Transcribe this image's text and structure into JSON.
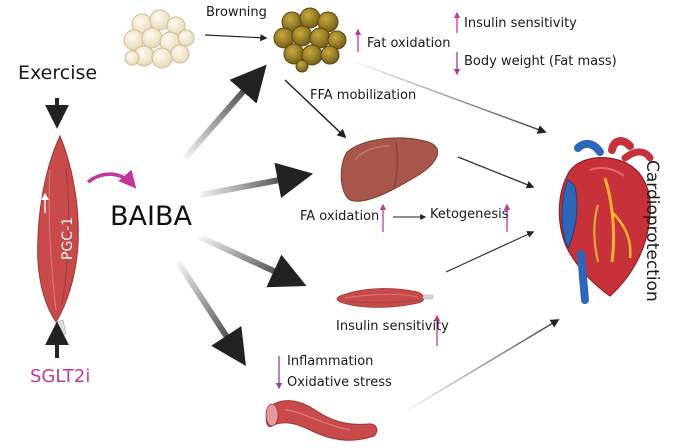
{
  "labels": {
    "exercise": "Exercise",
    "baiba": "BAIBA",
    "sglt2i": "SGLT2i",
    "pgc1": "PGC-1",
    "browning": "Browning",
    "fat_oxidation": "Fat oxidation",
    "insulin_sensitivity_top": "Insulin sensitivity",
    "body_weight": "Body weight (Fat mass)",
    "ffa_mobilization": "FFA mobilization",
    "fa_oxidation": "FA oxidation",
    "ketogenesis": "Ketogenesis",
    "insulin_sensitivity_muscle": "Insulin sensitivity",
    "inflammation": "Inflammation",
    "oxidative_stress": "Oxidative stress",
    "cardioprotection": "Cardioprotection"
  },
  "icons": {
    "white_adipose": "white-fat-cluster-icon",
    "brown_adipose": "brown-fat-cluster-icon",
    "muscle": "skeletal-muscle-icon",
    "liver": "liver-icon",
    "muscle_small": "muscle-fiber-icon",
    "vessel": "blood-vessel-icon",
    "heart": "heart-icon"
  },
  "colors": {
    "sglt2i": "#c0399a",
    "up_arrow": "#c0399a",
    "down_arrow": "#9a3f9e",
    "arrow_dark": "#222222",
    "muscle_red": "#c84a4a",
    "liver_brown": "#a8564a",
    "brown_fat": "#8d7322",
    "white_fat": "#f1e6cc"
  }
}
